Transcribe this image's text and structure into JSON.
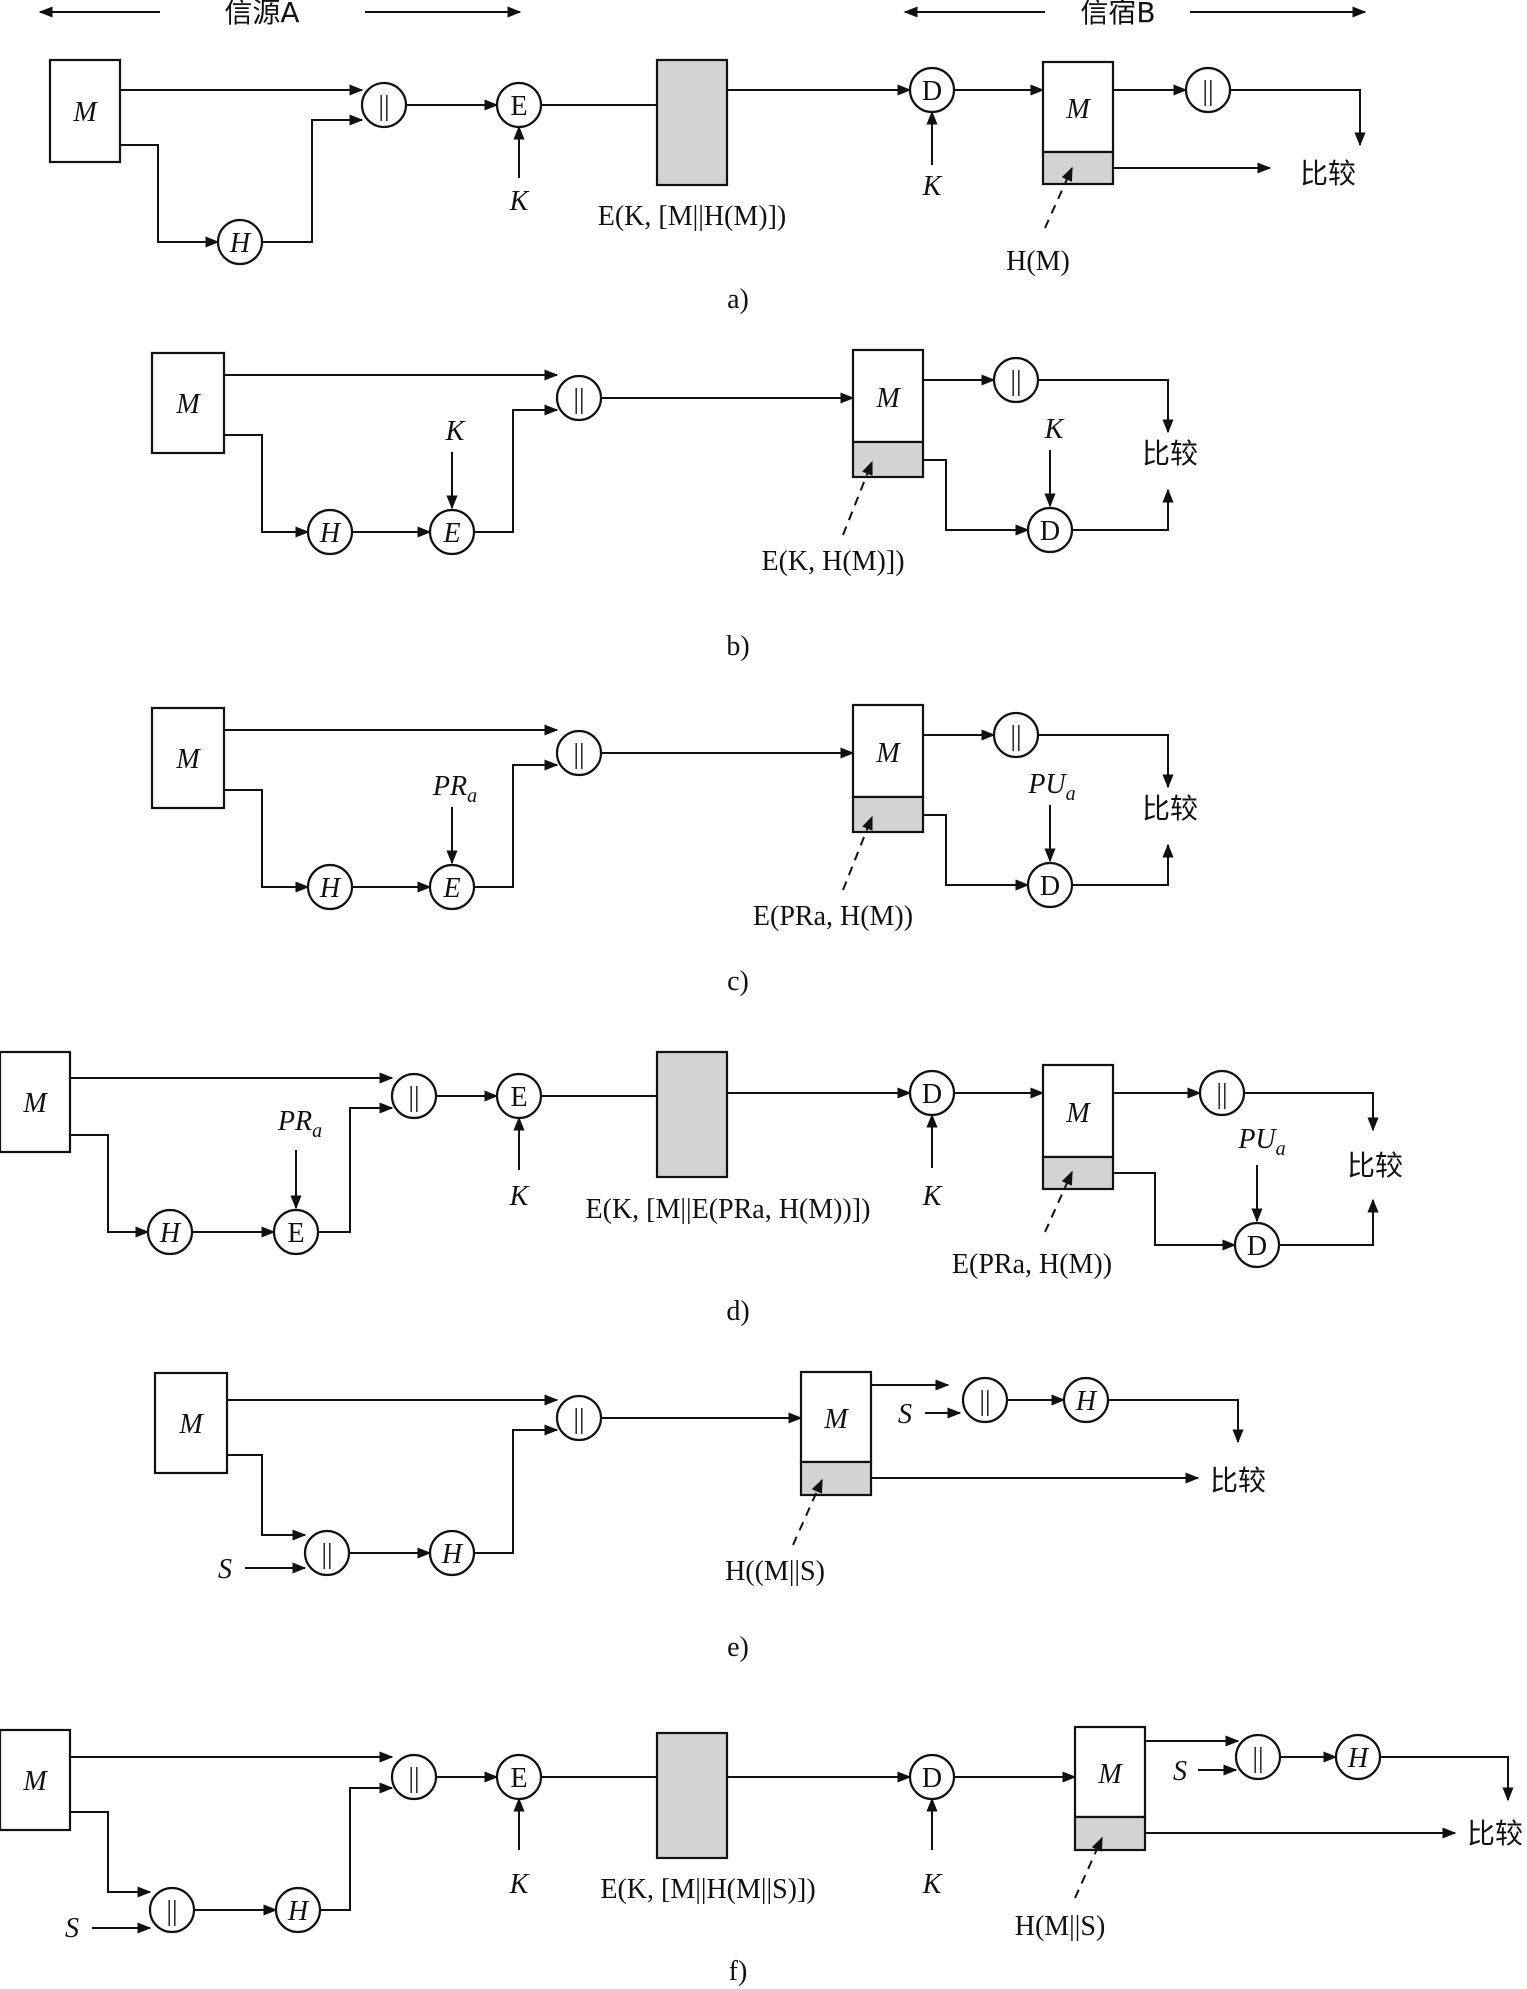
{
  "header": {
    "source_label": "信源A",
    "dest_label": "信宿B"
  },
  "symbols": {
    "message": "M",
    "hash": "H",
    "concat": "||",
    "encrypt": "E",
    "decrypt": "D",
    "key": "K",
    "secret": "S",
    "compare": "比较"
  },
  "keys": {
    "private_base": "PR",
    "public_base": "PU",
    "subscript": "a"
  },
  "panels": [
    {
      "id": "a",
      "caption": "a)",
      "channel_label": "E(K, [M||H(M)])",
      "tag_label": "H(M)"
    },
    {
      "id": "b",
      "caption": "b)",
      "tag_label": "E(K, H(M)])"
    },
    {
      "id": "c",
      "caption": "c)",
      "tag_label": "E(PRa, H(M))"
    },
    {
      "id": "d",
      "caption": "d)",
      "channel_label": "E(K, [M||E(PRa, H(M))])",
      "tag_label": "E(PRa, H(M))"
    },
    {
      "id": "e",
      "caption": "e)",
      "tag_label": "H((M||S)"
    },
    {
      "id": "f",
      "caption": "f)",
      "channel_label": "E(K, [M||H(M||S)])",
      "tag_label": "H(M||S)"
    }
  ]
}
